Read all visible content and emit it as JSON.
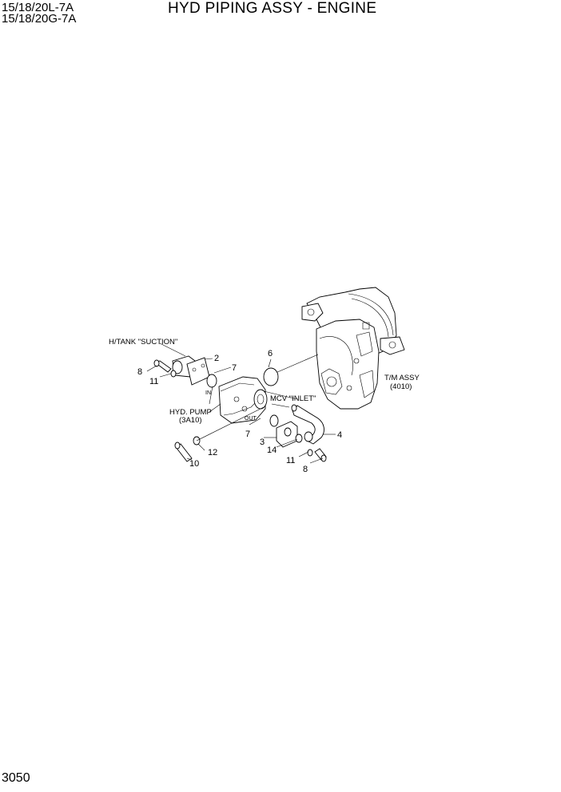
{
  "header": {
    "model_line_1": "15/18/20L-7A",
    "model_line_2": "15/18/20G-7A",
    "title": "HYD PIPING ASSY - ENGINE"
  },
  "footer": {
    "page_number": "3050"
  },
  "labels": {
    "htank_suction": "H/TANK \"SUCTION\"",
    "mcv_inlet": "MCV \"INLET\"",
    "tm_assy": "T/M ASSY",
    "tm_assy_ref": "(4010)",
    "hyd_pump": "HYD. PUMP",
    "hyd_pump_ref": "(3A10)",
    "port_in": "IN",
    "port_out": "OUT"
  },
  "callouts": {
    "c2": "2",
    "c7a": "7",
    "c6": "6",
    "c8a": "8",
    "c11a": "11",
    "c7b": "7",
    "c4": "4",
    "c3": "3",
    "c14": "14",
    "c11b": "11",
    "c8b": "8",
    "c12": "12",
    "c10": "10"
  }
}
